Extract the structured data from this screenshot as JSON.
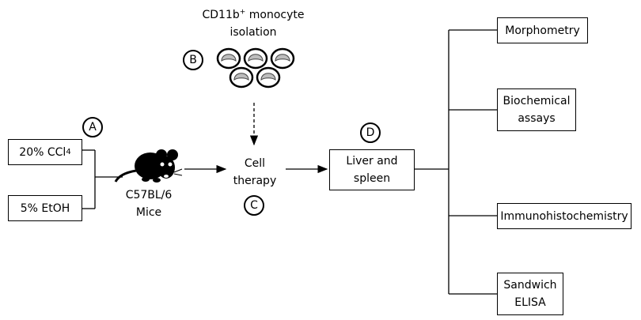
{
  "labels": {
    "A": "A",
    "B": "B",
    "C": "C",
    "D": "D"
  },
  "treatments": {
    "ccl4_pre": "20% CCl",
    "ccl4_sub": "4",
    "etoh": "5% EtOH"
  },
  "mouse": {
    "strain": "C57BL/6",
    "label": "Mice"
  },
  "isolation": {
    "line1_pre": "CD11b",
    "line1_sup": "+",
    "line1_post": " monocyte",
    "line2": "isolation"
  },
  "therapy": {
    "line1": "Cell",
    "line2": "therapy"
  },
  "organs": {
    "line1": "Liver and",
    "line2": "spleen"
  },
  "analyses": {
    "morphometry": "Morphometry",
    "biochem_1": "Biochemical",
    "biochem_2": "assays",
    "ihc": "Immunohistochemistry",
    "elisa_1": "Sandwich",
    "elisa_2": "ELISA"
  }
}
